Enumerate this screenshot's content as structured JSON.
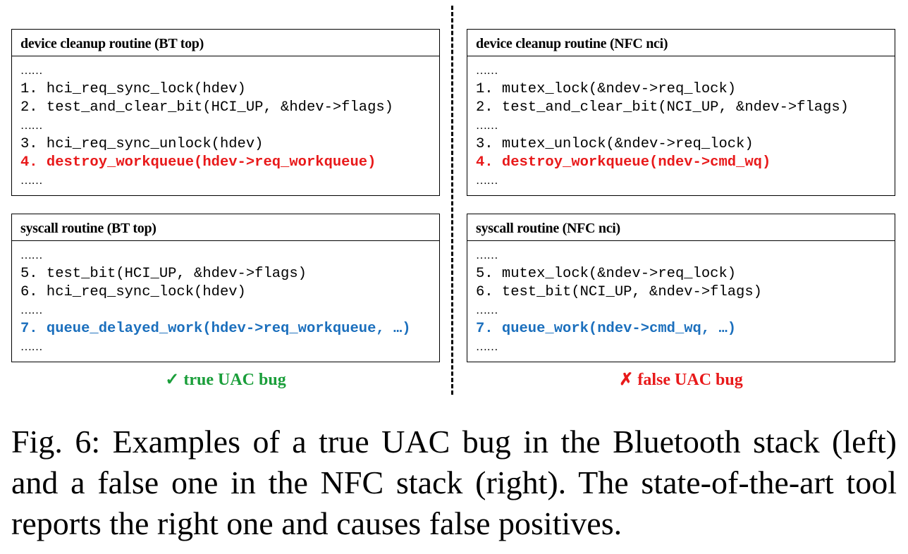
{
  "colors": {
    "red": "#e8191a",
    "blue": "#1b6fbd",
    "green": "#1a9e3a"
  },
  "panels": {
    "bt_cleanup": {
      "title": "device cleanup routine (BT top)",
      "lines": [
        {
          "text": "……",
          "style": "dots"
        },
        {
          "text": "1. hci_req_sync_lock(hdev)",
          "style": "code"
        },
        {
          "text": "2. test_and_clear_bit(HCI_UP, &hdev->flags)",
          "style": "code"
        },
        {
          "text": "……",
          "style": "dots"
        },
        {
          "text": "3. hci_req_sync_unlock(hdev)",
          "style": "code"
        },
        {
          "text": "4. destroy_workqueue(hdev->req_workqueue)",
          "style": "red"
        },
        {
          "text": "……",
          "style": "dots"
        }
      ]
    },
    "nfc_cleanup": {
      "title": "device cleanup routine (NFC nci)",
      "lines": [
        {
          "text": "……",
          "style": "dots"
        },
        {
          "text": "1. mutex_lock(&ndev->req_lock)",
          "style": "code"
        },
        {
          "text": "2. test_and_clear_bit(NCI_UP, &ndev->flags)",
          "style": "code"
        },
        {
          "text": "……",
          "style": "dots"
        },
        {
          "text": "3. mutex_unlock(&ndev->req_lock)",
          "style": "code"
        },
        {
          "text": "4. destroy_workqueue(ndev->cmd_wq)",
          "style": "red"
        },
        {
          "text": "……",
          "style": "dots"
        }
      ]
    },
    "bt_syscall": {
      "title": "syscall routine (BT top)",
      "lines": [
        {
          "text": "……",
          "style": "dots"
        },
        {
          "text": "5. test_bit(HCI_UP, &hdev->flags)",
          "style": "code"
        },
        {
          "text": "6. hci_req_sync_lock(hdev)",
          "style": "code"
        },
        {
          "text": "……",
          "style": "dots"
        },
        {
          "text": "7. queue_delayed_work(hdev->req_workqueue, …)",
          "style": "blue"
        },
        {
          "text": "……",
          "style": "dots"
        }
      ]
    },
    "nfc_syscall": {
      "title": "syscall routine (NFC nci)",
      "lines": [
        {
          "text": "……",
          "style": "dots"
        },
        {
          "text": "5. mutex_lock(&ndev->req_lock)",
          "style": "code"
        },
        {
          "text": "6. test_bit(NCI_UP, &ndev->flags)",
          "style": "code"
        },
        {
          "text": "……",
          "style": "dots"
        },
        {
          "text": "7. queue_work(ndev->cmd_wq, …)",
          "style": "blue"
        },
        {
          "text": "……",
          "style": "dots"
        }
      ]
    }
  },
  "verdicts": {
    "left": {
      "icon": "check-icon",
      "glyph": "✓",
      "label": "true UAC bug",
      "color": "#1a9e3a"
    },
    "right": {
      "icon": "cross-icon",
      "glyph": "✗",
      "label": "false UAC bug",
      "color": "#e8191a"
    }
  },
  "caption": "Fig. 6: Examples of a true UAC bug in the Bluetooth stack (left) and a false one in the NFC stack (right). The state-of-the-art tool reports the right one and causes false positives."
}
